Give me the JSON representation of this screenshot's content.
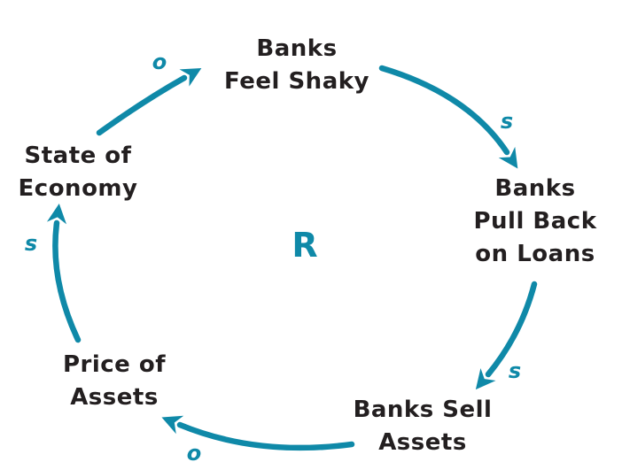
{
  "diagram": {
    "type": "causal-loop",
    "loop_marker": "R",
    "colors": {
      "accent_teal": "#0f89a8",
      "text": "#231f20",
      "background": "#ffffff"
    },
    "nodes": [
      {
        "id": "banks-feel-shaky",
        "lines": [
          "Banks",
          "Feel Shaky"
        ]
      },
      {
        "id": "banks-pull-back-on-loans",
        "lines": [
          "Banks",
          "Pull Back",
          "on Loans"
        ]
      },
      {
        "id": "banks-sell-assets",
        "lines": [
          "Banks Sell",
          "Assets"
        ]
      },
      {
        "id": "price-of-assets",
        "lines": [
          "Price of",
          "Assets"
        ]
      },
      {
        "id": "state-of-economy",
        "lines": [
          "State of",
          "Economy"
        ]
      }
    ],
    "links": [
      {
        "from": "state-of-economy",
        "to": "banks-feel-shaky",
        "polarity": "o"
      },
      {
        "from": "banks-feel-shaky",
        "to": "banks-pull-back-on-loans",
        "polarity": "s"
      },
      {
        "from": "banks-pull-back-on-loans",
        "to": "banks-sell-assets",
        "polarity": "s"
      },
      {
        "from": "banks-sell-assets",
        "to": "price-of-assets",
        "polarity": "o"
      },
      {
        "from": "price-of-assets",
        "to": "state-of-economy",
        "polarity": "s"
      }
    ]
  }
}
